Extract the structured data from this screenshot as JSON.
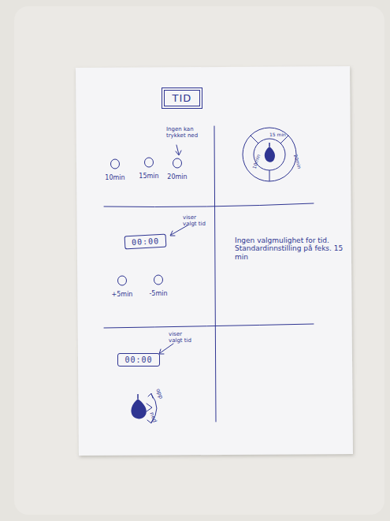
{
  "diagram": {
    "title": "TID",
    "nodes": [
      {
        "text": [
          "10min"
        ]
      },
      {
        "text": [
          "15min"
        ]
      },
      {
        "text": [
          "20min"
        ]
      },
      {
        "text": [
          "15 min",
          "10min",
          "20min"
        ]
      },
      {
        "text": [
          "00:00"
        ]
      },
      {
        "text": [
          "+5min"
        ]
      },
      {
        "text": [
          "-5min"
        ]
      },
      {
        "text": [
          "00:00"
        ]
      }
    ],
    "labels": [
      "Ingen kan trykket ned",
      "viser valgt tid",
      "Ingen valgmulighet for tid. Standardinnstilling på feks. 15 min",
      "viser valgt tid",
      "opp",
      "ned"
    ]
  }
}
